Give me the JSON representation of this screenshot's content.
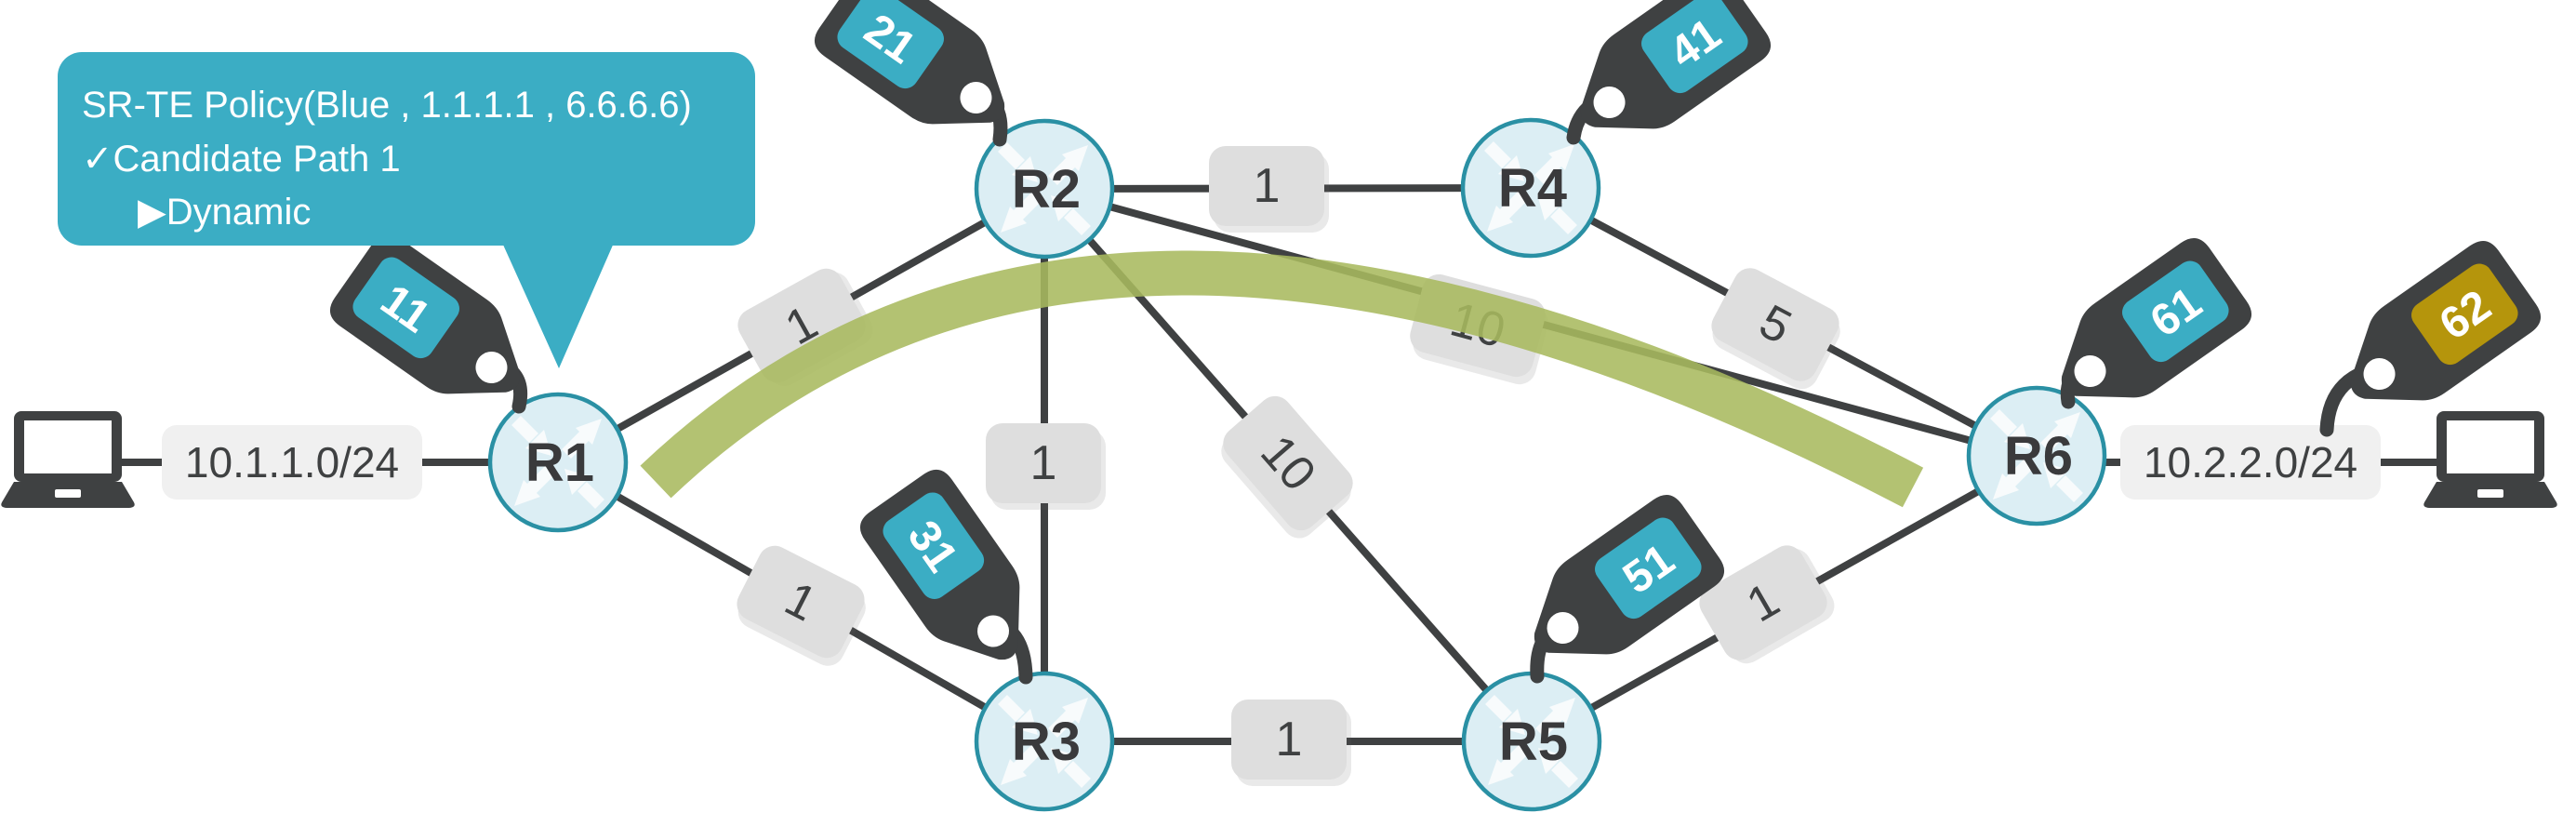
{
  "callout": {
    "color": "#3BADC4",
    "lines": [
      "SR-TE Policy(Blue , 1.1.1.1 , 6.6.6.6)",
      "✓Candidate Path 1",
      "▶Dynamic"
    ]
  },
  "routers": [
    {
      "id": "R1",
      "label": "R1"
    },
    {
      "id": "R2",
      "label": "R2"
    },
    {
      "id": "R3",
      "label": "R3"
    },
    {
      "id": "R4",
      "label": "R4"
    },
    {
      "id": "R5",
      "label": "R5"
    },
    {
      "id": "R6",
      "label": "R6"
    }
  ],
  "sid_tags": [
    {
      "value": "11",
      "attached_to": "R1",
      "color": "#3BADC4"
    },
    {
      "value": "21",
      "attached_to": "R2",
      "color": "#3BADC4"
    },
    {
      "value": "31",
      "attached_to": "R3",
      "color": "#3BADC4"
    },
    {
      "value": "41",
      "attached_to": "R4",
      "color": "#3BADC4"
    },
    {
      "value": "51",
      "attached_to": "R5",
      "color": "#3BADC4"
    },
    {
      "value": "61",
      "attached_to": "R6",
      "color": "#3BADC4"
    },
    {
      "value": "62",
      "attached_to": "10.2.2.0/24",
      "color": "#B5950C"
    }
  ],
  "links": [
    {
      "from": "R1",
      "to": "R2",
      "cost": "1"
    },
    {
      "from": "R1",
      "to": "R3",
      "cost": "1"
    },
    {
      "from": "R2",
      "to": "R3",
      "cost": "1"
    },
    {
      "from": "R2",
      "to": "R4",
      "cost": "1"
    },
    {
      "from": "R2",
      "to": "R5",
      "cost": "10"
    },
    {
      "from": "R2",
      "to": "R6",
      "cost": "10"
    },
    {
      "from": "R4",
      "to": "R6",
      "cost": "5"
    },
    {
      "from": "R3",
      "to": "R5",
      "cost": "1"
    },
    {
      "from": "R5",
      "to": "R6",
      "cost": "1"
    }
  ],
  "prefixes": [
    {
      "label": "10.1.1.0/24"
    },
    {
      "label": "10.2.2.0/24"
    }
  ],
  "srte_path": {
    "from": "R1",
    "to": "R6",
    "color": "#A9BA5E"
  }
}
